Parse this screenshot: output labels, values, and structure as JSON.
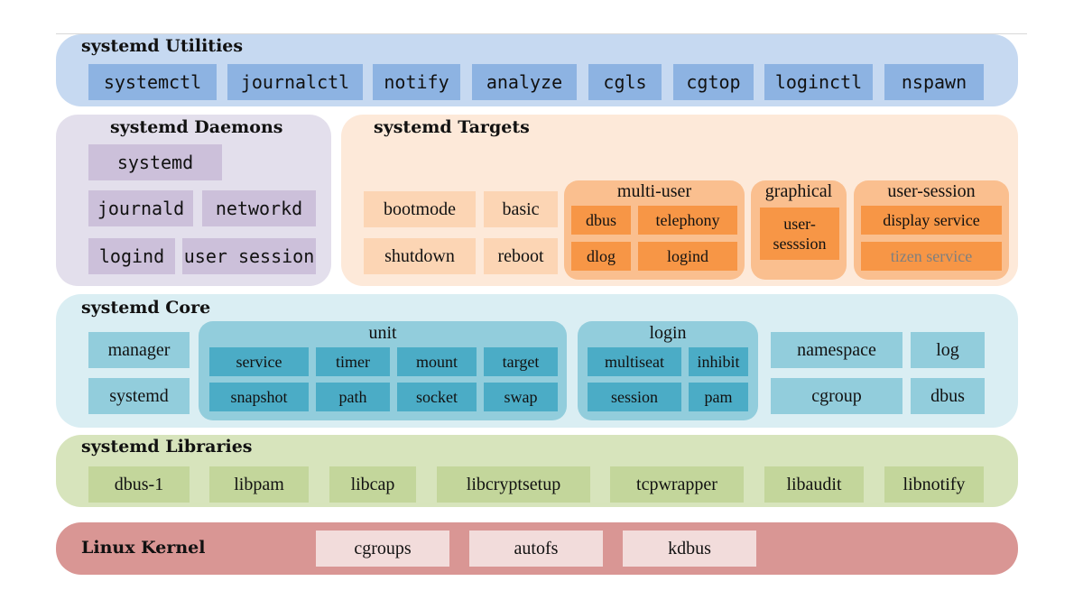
{
  "colors": {
    "utilities_band": "#c6d9f1",
    "utilities_box": "#8db3e2",
    "daemons_panel": "#e3dfec",
    "daemons_box": "#ccc0da",
    "targets_panel": "#fde9d9",
    "targets_box": "#fcd5b4",
    "targets_group": "#fabf8f",
    "targets_inner": "#f79646",
    "core_band": "#daeef3",
    "core_box": "#92cddc",
    "core_group": "#92cddc",
    "core_inner": "#4bacc6",
    "libraries_band": "#d7e4bc",
    "libraries_box": "#c3d69b",
    "kernel_band": "#d99694",
    "kernel_box": "#f2dcdb",
    "faded_text": "#7f7f7f"
  },
  "utilities": {
    "title": "systemd Utilities",
    "items": [
      "systemctl",
      "journalctl",
      "notify",
      "analyze",
      "cgls",
      "cgtop",
      "loginctl",
      "nspawn"
    ]
  },
  "daemons": {
    "title": "systemd Daemons",
    "items": [
      "systemd",
      "journald",
      "networkd",
      "logind",
      "user session"
    ]
  },
  "targets": {
    "title": "systemd Targets",
    "items": [
      "bootmode",
      "basic",
      "shutdown",
      "reboot"
    ],
    "multi_user": {
      "label": "multi-user",
      "items": [
        "dbus",
        "telephony",
        "dlog",
        "logind"
      ]
    },
    "graphical": {
      "label": "graphical",
      "items": [
        "user-",
        "sesssion"
      ]
    },
    "user_session": {
      "label": "user-session",
      "items": [
        "display service",
        "tizen service"
      ]
    }
  },
  "core": {
    "title": "systemd Core",
    "left_items": [
      "manager",
      "systemd"
    ],
    "unit": {
      "label": "unit",
      "items": [
        "service",
        "timer",
        "mount",
        "target",
        "snapshot",
        "path",
        "socket",
        "swap"
      ]
    },
    "login": {
      "label": "login",
      "items": [
        "multiseat",
        "inhibit",
        "session",
        "pam"
      ]
    },
    "right_items": [
      "namespace",
      "log",
      "cgroup",
      "dbus"
    ]
  },
  "libraries": {
    "title": "systemd Libraries",
    "items": [
      "dbus-1",
      "libpam",
      "libcap",
      "libcryptsetup",
      "tcpwrapper",
      "libaudit",
      "libnotify"
    ]
  },
  "kernel": {
    "title": "Linux Kernel",
    "items": [
      "cgroups",
      "autofs",
      "kdbus"
    ]
  }
}
